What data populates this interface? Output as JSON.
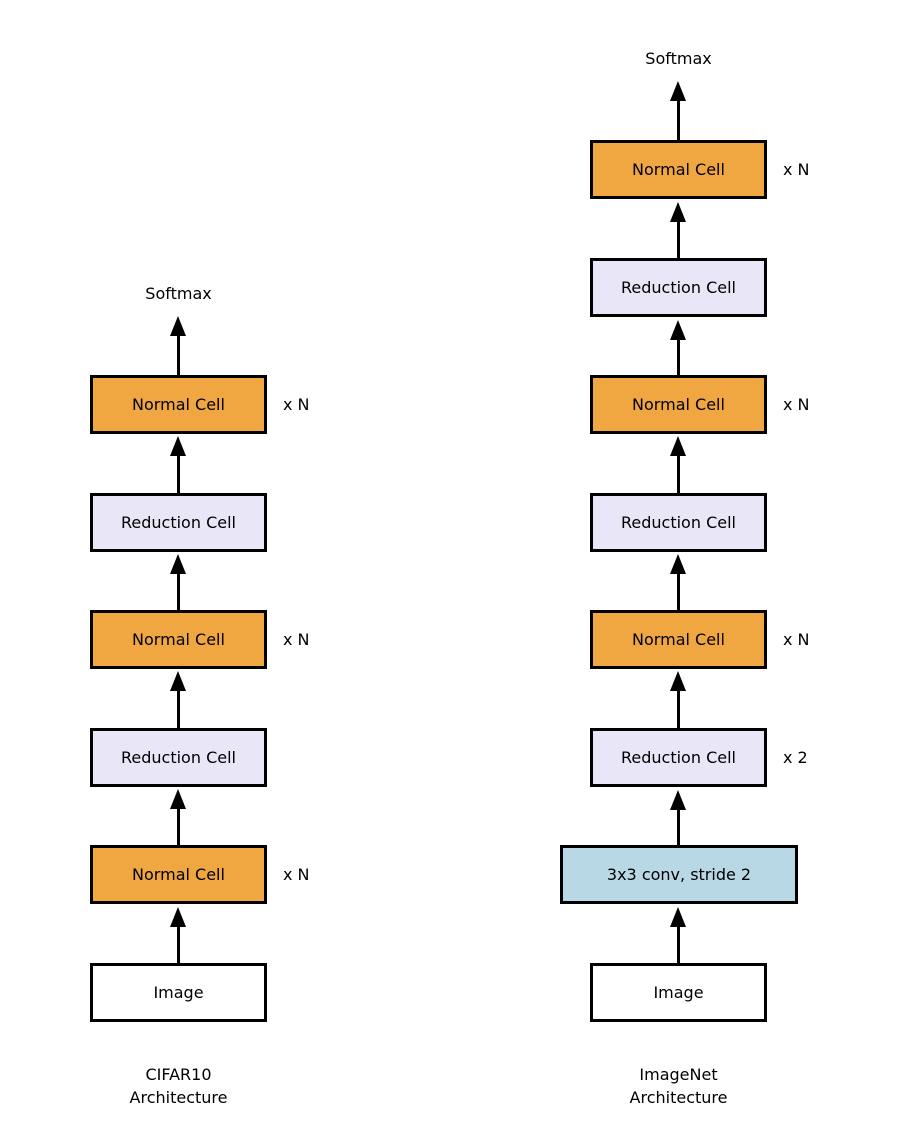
{
  "colors": {
    "normal_cell": "#f0a641",
    "reduction_cell": "#e9e7f7",
    "conv": "#b9d8e6",
    "image_box": "#ffffff",
    "line": "#000000"
  },
  "columns": [
    {
      "softmax_label": "Softmax",
      "caption": [
        "CIFAR10",
        "Architecture"
      ],
      "nodes": [
        {
          "type": "normal",
          "label": "Normal Cell",
          "multiplier": "x N"
        },
        {
          "type": "reduction",
          "label": "Reduction Cell",
          "multiplier": ""
        },
        {
          "type": "normal",
          "label": "Normal Cell",
          "multiplier": "x N"
        },
        {
          "type": "reduction",
          "label": "Reduction Cell",
          "multiplier": ""
        },
        {
          "type": "normal",
          "label": "Normal Cell",
          "multiplier": "x N"
        },
        {
          "type": "image",
          "label": "Image",
          "multiplier": ""
        }
      ]
    },
    {
      "softmax_label": "Softmax",
      "caption": [
        "ImageNet",
        "Architecture"
      ],
      "nodes": [
        {
          "type": "normal",
          "label": "Normal Cell",
          "multiplier": "x N"
        },
        {
          "type": "reduction",
          "label": "Reduction Cell",
          "multiplier": ""
        },
        {
          "type": "normal",
          "label": "Normal Cell",
          "multiplier": "x N"
        },
        {
          "type": "reduction",
          "label": "Reduction Cell",
          "multiplier": ""
        },
        {
          "type": "normal",
          "label": "Normal Cell",
          "multiplier": "x N"
        },
        {
          "type": "reduction",
          "label": "Reduction Cell",
          "multiplier": "x 2"
        },
        {
          "type": "conv",
          "label": "3x3 conv, stride 2",
          "multiplier": ""
        },
        {
          "type": "image",
          "label": "Image",
          "multiplier": ""
        }
      ]
    }
  ]
}
